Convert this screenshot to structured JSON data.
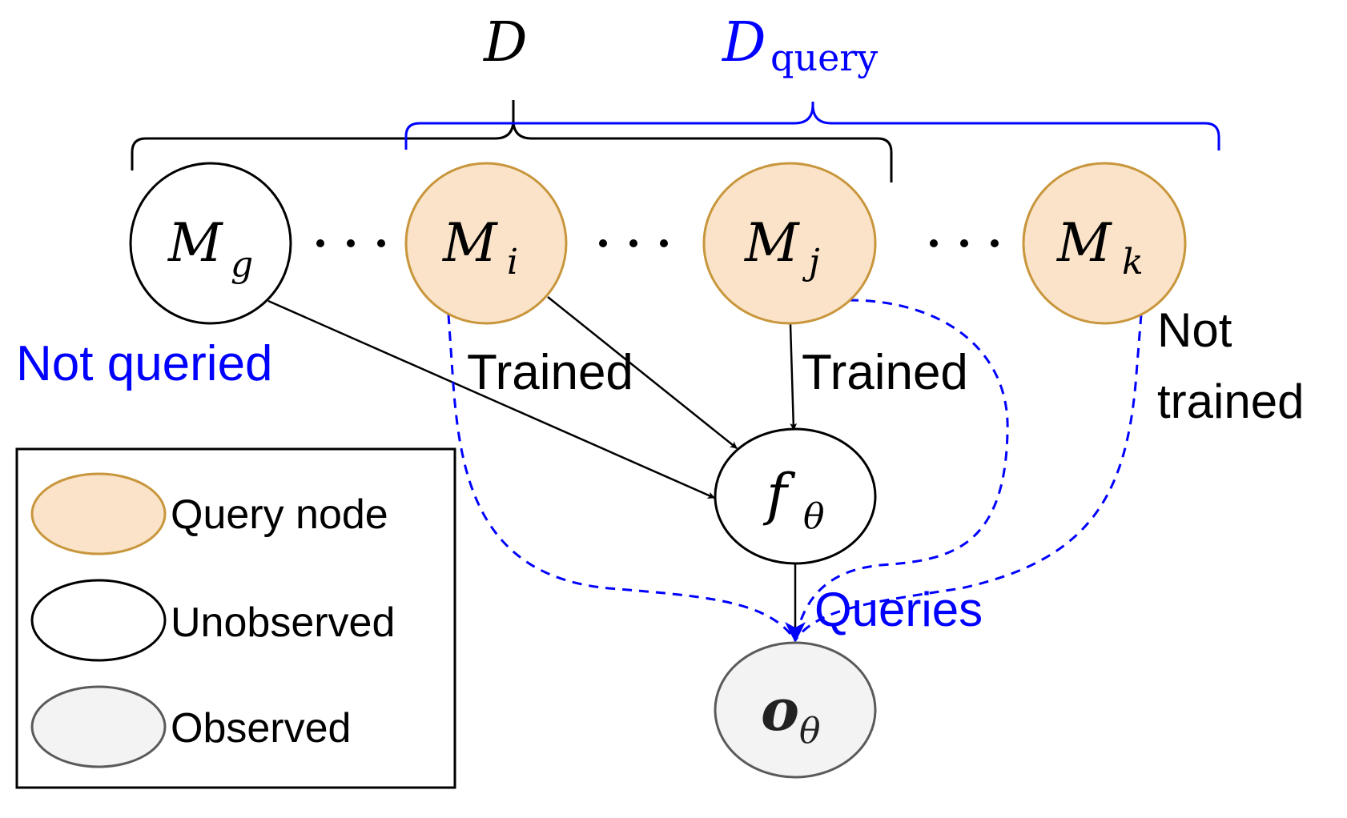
{
  "colors": {
    "query_fill": "#fae3c8",
    "query_stroke": "#c8963c",
    "unobserved_fill": "#ffffff",
    "unobserved_stroke": "#000000",
    "observed_fill": "#f3f3f3",
    "observed_stroke": "#5a5a5a",
    "blue": "#0000ff",
    "black": "#000000"
  },
  "braces": {
    "d": {
      "label_main": "D",
      "label_sub": ""
    },
    "d_query": {
      "label_main": "D",
      "label_sub": "query"
    }
  },
  "nodes": {
    "m_g": {
      "main": "M",
      "sub": "g",
      "type": "unobserved"
    },
    "m_i": {
      "main": "M",
      "sub": "i",
      "type": "query"
    },
    "m_j": {
      "main": "M",
      "sub": "j",
      "type": "query"
    },
    "m_k": {
      "main": "M",
      "sub": "k",
      "type": "query"
    },
    "f_theta": {
      "main": "f",
      "sub": "θ",
      "type": "unobserved"
    },
    "o_theta": {
      "main": "o",
      "sub": "θ",
      "type": "observed"
    }
  },
  "ellipsis": "…",
  "annotations": {
    "not_queried": "Not queried",
    "trained_i": "Trained",
    "trained_j": "Trained",
    "not_trained_line1": "Not",
    "not_trained_line2": "trained",
    "queries": "Queries"
  },
  "edges": [
    {
      "from": "m_g",
      "to": "f_theta",
      "style": "solid"
    },
    {
      "from": "m_i",
      "to": "f_theta",
      "style": "solid"
    },
    {
      "from": "m_j",
      "to": "f_theta",
      "style": "solid"
    },
    {
      "from": "f_theta",
      "to": "o_theta",
      "style": "solid"
    },
    {
      "from": "m_i",
      "to": "o_theta",
      "style": "dashed"
    },
    {
      "from": "m_j",
      "to": "o_theta",
      "style": "dashed"
    },
    {
      "from": "m_k",
      "to": "o_theta",
      "style": "dashed"
    }
  ],
  "legend": {
    "items": [
      {
        "label": "Query node",
        "type": "query"
      },
      {
        "label": "Unobserved",
        "type": "unobserved"
      },
      {
        "label": "Observed",
        "type": "observed"
      }
    ]
  }
}
